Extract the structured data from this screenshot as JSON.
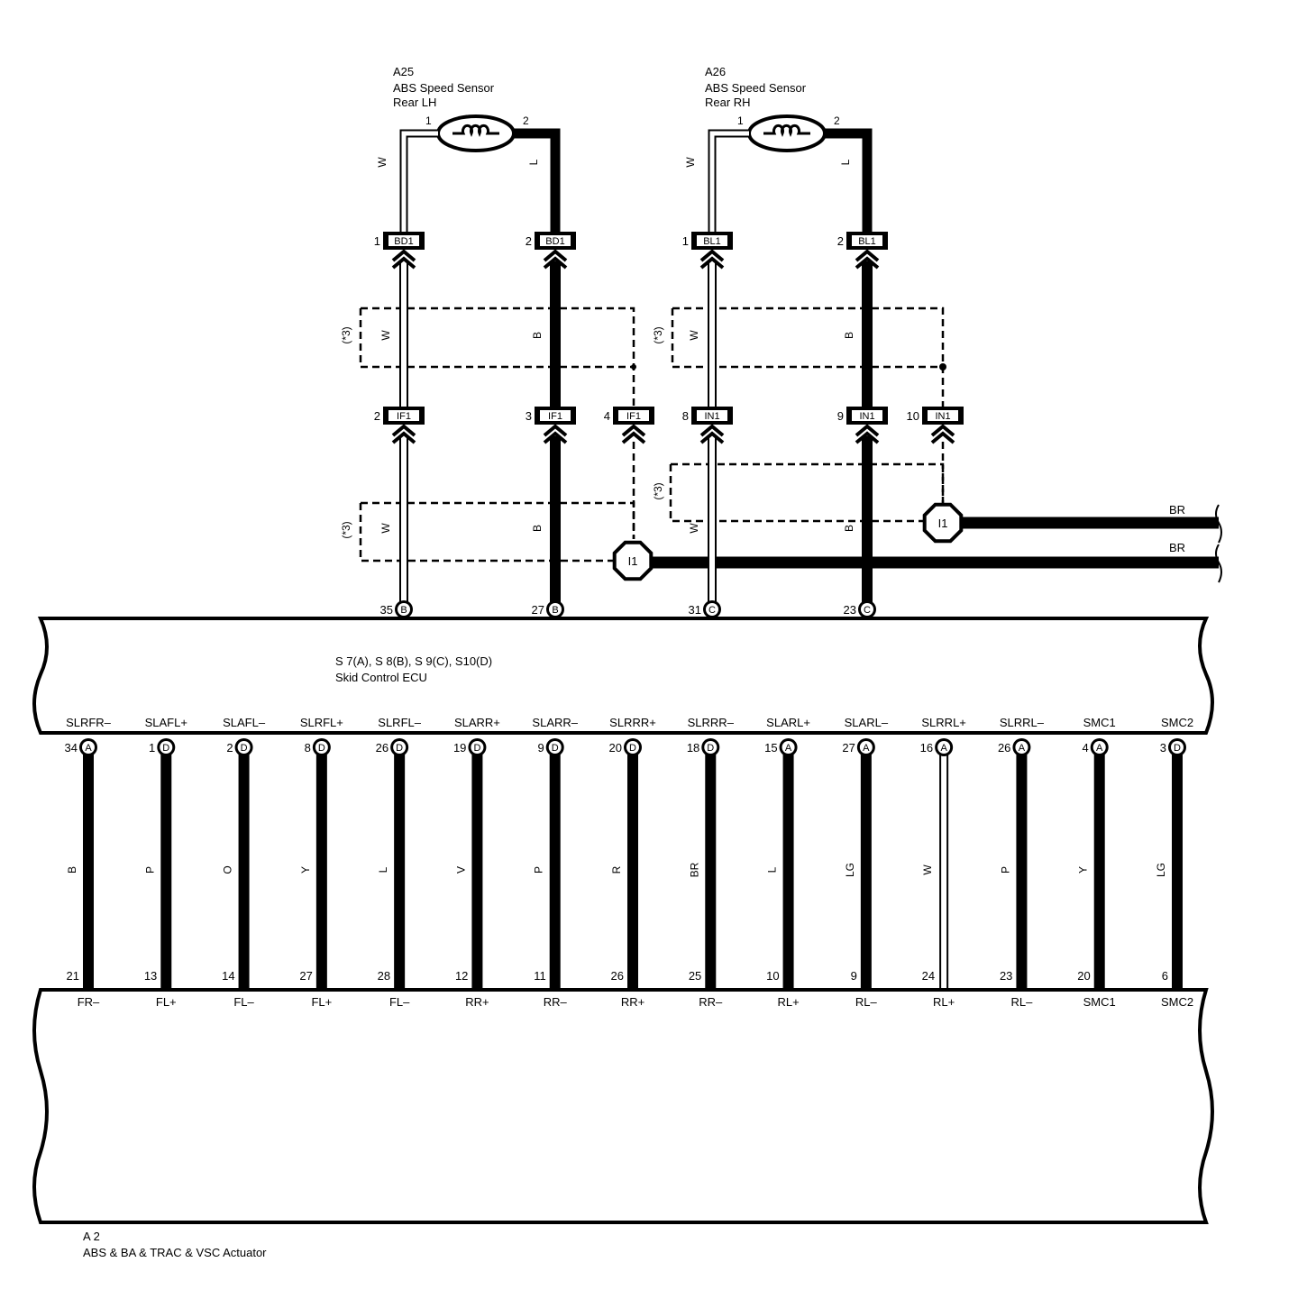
{
  "components": {
    "sensor_lh": {
      "ref": "A25",
      "name": "ABS Speed Sensor",
      "side": "Rear LH",
      "pin1": "1",
      "pin2": "2"
    },
    "sensor_rh": {
      "ref": "A26",
      "name": "ABS Speed Sensor",
      "side": "Rear RH",
      "pin1": "1",
      "pin2": "2"
    },
    "ecu": {
      "ref": "S 7(A), S 8(B), S 9(C), S10(D)",
      "name": "Skid Control ECU"
    },
    "actuator": {
      "ref": "A 2",
      "name": "ABS & BA & TRAC & VSC Actuator"
    }
  },
  "upper_wires": [
    {
      "key": "rlp",
      "color_top": "W",
      "color_mid": "W",
      "color_low": "W",
      "thick": false,
      "bd_pin": "1",
      "bd_conn": "BD1",
      "if_pin": "2",
      "if_conn": "IF1",
      "ecu_pin": "35",
      "ecu_conn": "B",
      "ecu_label": "RL+"
    },
    {
      "key": "rlm",
      "color_top": "L",
      "color_mid": "B",
      "color_low": "B",
      "thick": true,
      "bd_pin": "2",
      "bd_conn": "BD1",
      "if_pin": "3",
      "if_conn": "IF1",
      "ecu_pin": "27",
      "ecu_conn": "B",
      "ecu_label": "RL–"
    },
    {
      "key": "rrp",
      "color_top": "W",
      "color_mid": "W",
      "color_low": "W",
      "thick": false,
      "bd_pin": "1",
      "bd_conn": "BL1",
      "if_pin": "8",
      "if_conn": "IN1",
      "ecu_pin": "31",
      "ecu_conn": "C",
      "ecu_label": "RR+"
    },
    {
      "key": "rrm",
      "color_top": "L",
      "color_mid": "B",
      "color_low": "B",
      "thick": true,
      "bd_pin": "2",
      "bd_conn": "BL1",
      "if_pin": "9",
      "if_conn": "IN1",
      "ecu_pin": "23",
      "ecu_conn": "C",
      "ecu_label": "RR–"
    }
  ],
  "shield_connectors": [
    {
      "pin": "4",
      "conn": "IF1"
    },
    {
      "pin": "10",
      "conn": "IN1"
    }
  ],
  "shield_note": "(*3)",
  "ground_points": [
    {
      "label": "I1",
      "wire": "BR"
    },
    {
      "label": "I1",
      "wire": "BR"
    }
  ],
  "lower_wires": [
    {
      "ecu_label": "SLRFR–",
      "ecu_pin": "34",
      "ecu_conn": "A",
      "color": "B",
      "thick": true,
      "act_pin": "21",
      "act_label": "FR–"
    },
    {
      "ecu_label": "SLAFL+",
      "ecu_pin": "1",
      "ecu_conn": "D",
      "color": "P",
      "thick": true,
      "act_pin": "13",
      "act_label": "FL+"
    },
    {
      "ecu_label": "SLAFL–",
      "ecu_pin": "2",
      "ecu_conn": "D",
      "color": "O",
      "thick": true,
      "act_pin": "14",
      "act_label": "FL–"
    },
    {
      "ecu_label": "SLRFL+",
      "ecu_pin": "8",
      "ecu_conn": "D",
      "color": "Y",
      "thick": true,
      "act_pin": "27",
      "act_label": "FL+"
    },
    {
      "ecu_label": "SLRFL–",
      "ecu_pin": "26",
      "ecu_conn": "D",
      "color": "L",
      "thick": true,
      "act_pin": "28",
      "act_label": "FL–"
    },
    {
      "ecu_label": "SLARR+",
      "ecu_pin": "19",
      "ecu_conn": "D",
      "color": "V",
      "thick": true,
      "act_pin": "12",
      "act_label": "RR+"
    },
    {
      "ecu_label": "SLARR–",
      "ecu_pin": "9",
      "ecu_conn": "D",
      "color": "P",
      "thick": true,
      "act_pin": "11",
      "act_label": "RR–"
    },
    {
      "ecu_label": "SLRRR+",
      "ecu_pin": "20",
      "ecu_conn": "D",
      "color": "R",
      "thick": true,
      "act_pin": "26",
      "act_label": "RR+"
    },
    {
      "ecu_label": "SLRRR–",
      "ecu_pin": "18",
      "ecu_conn": "D",
      "color": "BR",
      "thick": true,
      "act_pin": "25",
      "act_label": "RR–"
    },
    {
      "ecu_label": "SLARL+",
      "ecu_pin": "15",
      "ecu_conn": "A",
      "color": "L",
      "thick": true,
      "act_pin": "10",
      "act_label": "RL+"
    },
    {
      "ecu_label": "SLARL–",
      "ecu_pin": "27",
      "ecu_conn": "A",
      "color": "LG",
      "thick": true,
      "act_pin": "9",
      "act_label": "RL–"
    },
    {
      "ecu_label": "SLRRL+",
      "ecu_pin": "16",
      "ecu_conn": "A",
      "color": "W",
      "thick": false,
      "act_pin": "24",
      "act_label": "RL+"
    },
    {
      "ecu_label": "SLRRL–",
      "ecu_pin": "26",
      "ecu_conn": "A",
      "color": "P",
      "thick": true,
      "act_pin": "23",
      "act_label": "RL–"
    },
    {
      "ecu_label": "SMC1",
      "ecu_pin": "4",
      "ecu_conn": "A",
      "color": "Y",
      "thick": true,
      "act_pin": "20",
      "act_label": "SMC1"
    },
    {
      "ecu_label": "SMC2",
      "ecu_pin": "3",
      "ecu_conn": "D",
      "color": "LG",
      "thick": true,
      "act_pin": "6",
      "act_label": "SMC2"
    }
  ]
}
